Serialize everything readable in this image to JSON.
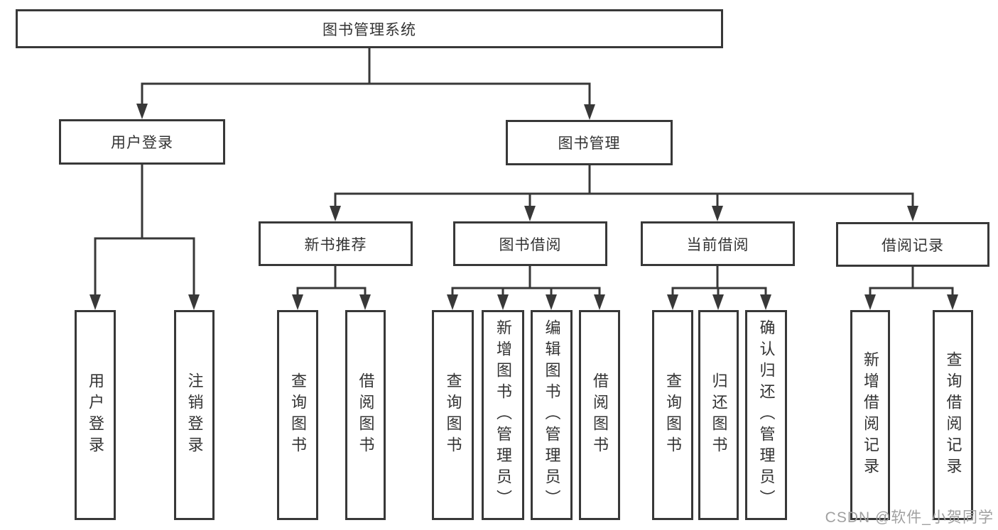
{
  "diagram_title": "图书管理系统",
  "tree": {
    "label": "图书管理系统",
    "children": [
      {
        "label": "用户登录",
        "children": [
          {
            "label": "用户登录"
          },
          {
            "label": "注销登录"
          }
        ]
      },
      {
        "label": "图书管理",
        "children": [
          {
            "label": "新书推荐",
            "children": [
              {
                "label": "查询图书"
              },
              {
                "label": "借阅图书"
              }
            ]
          },
          {
            "label": "图书借阅",
            "children": [
              {
                "label": "查询图书"
              },
              {
                "label": "新增图书（管理员）"
              },
              {
                "label": "编辑图书（管理员）"
              },
              {
                "label": "借阅图书"
              }
            ]
          },
          {
            "label": "当前借阅",
            "children": [
              {
                "label": "查询图书"
              },
              {
                "label": "归还图书"
              },
              {
                "label": "确认归还（管理员）"
              }
            ]
          },
          {
            "label": "借阅记录",
            "children": [
              {
                "label": "新增借阅记录"
              },
              {
                "label": "查询借阅记录"
              }
            ]
          }
        ]
      }
    ]
  },
  "watermark": {
    "text": "CSDN @软件_小贺同学"
  },
  "colors": {
    "line": "#383838",
    "box_border": "#383838",
    "text": "#333333",
    "watermark": "#a0a0a0",
    "background": "#ffffff"
  }
}
